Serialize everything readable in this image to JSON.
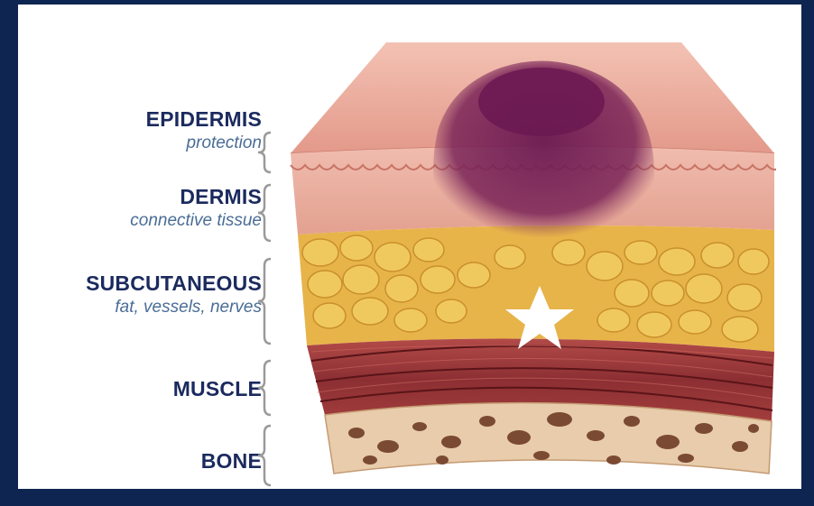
{
  "layers": [
    {
      "id": "epidermis",
      "name": "EPIDERMIS",
      "description": "protection"
    },
    {
      "id": "dermis",
      "name": "DERMIS",
      "description": "connective tissue"
    },
    {
      "id": "subcutaneous",
      "name": "SUBCUTANEOUS",
      "description": "fat, vessels, nerves"
    },
    {
      "id": "muscle",
      "name": "MUSCLE",
      "description": ""
    },
    {
      "id": "bone",
      "name": "BONE",
      "description": ""
    }
  ],
  "colors": {
    "frame": "#0d2550",
    "label_title": "#1b2a5e",
    "label_desc": "#4a6d96",
    "bruise": "#6b1a52",
    "epidermis": "#e8a595",
    "dermis": "#eab3a4",
    "fat": "#e8b84a",
    "muscle": "#9a3a3c",
    "bone": "#e5c9a8",
    "marker": "#ffffff"
  },
  "icons": {
    "marker": "star-icon"
  }
}
